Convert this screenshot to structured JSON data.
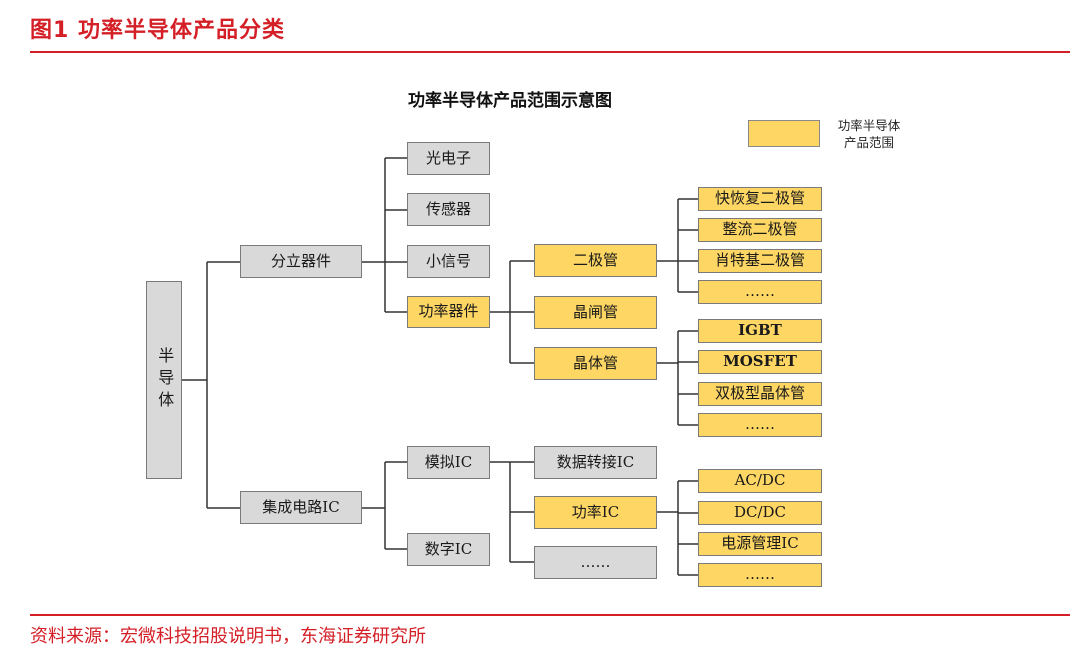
{
  "header": {
    "figure_title": "图1  功率半导体产品分类"
  },
  "diagram": {
    "title": "功率半导体产品范围示意图",
    "legend": {
      "label": "功率半导体\n产品范围",
      "color": "#fdd664"
    },
    "root": "半导体",
    "level1": {
      "discrete": "分立器件",
      "ic": "集成电路IC"
    },
    "discrete_children": {
      "opto": "光电子",
      "sensor": "传感器",
      "small_signal": "小信号",
      "power_device": "功率器件"
    },
    "power_device_children": {
      "diode": "二极管",
      "thyristor": "晶闸管",
      "transistor": "晶体管"
    },
    "diode_types": [
      "快恢复二极管",
      "整流二极管",
      "肖特基二极管",
      "……"
    ],
    "transistor_types": [
      "IGBT",
      "MOSFET",
      "双极型晶体管",
      "……"
    ],
    "ic_children": {
      "analog": "模拟IC",
      "digital": "数字IC"
    },
    "analog_children": {
      "data_converter": "数据转接IC",
      "power_ic": "功率IC",
      "more": "……"
    },
    "power_ic_types": [
      "AC/DC",
      "DC/DC",
      "电源管理IC",
      "……"
    ],
    "colors": {
      "in_scope": "#fdd664",
      "out_of_scope": "#d9d9d9",
      "accent_red": "#d41f26"
    }
  },
  "footer": {
    "source": "资料来源：宏微科技招股说明书，东海证券研究所"
  }
}
